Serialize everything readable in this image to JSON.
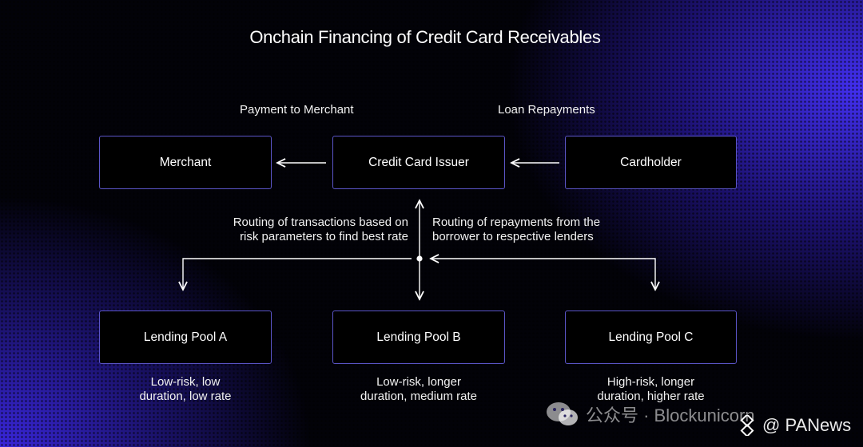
{
  "title": "Onchain Financing of Credit Card Receivables",
  "labels": {
    "payment_to_merchant": "Payment to Merchant",
    "loan_repayments": "Loan Repayments",
    "routing_left_line1": "Routing of transactions based on",
    "routing_left_line2": "risk parameters to find best rate",
    "routing_right_line1": "Routing of repayments from the",
    "routing_right_line2": "borrower to respective lenders"
  },
  "nodes": {
    "merchant": "Merchant",
    "issuer": "Credit Card Issuer",
    "cardholder": "Cardholder",
    "pool_a": "Lending Pool A",
    "pool_b": "Lending Pool B",
    "pool_c": "Lending Pool C"
  },
  "notes": {
    "pool_a": [
      "Low-risk, low",
      "duration, low rate"
    ],
    "pool_b": [
      "Low-risk, longer",
      "duration, medium rate"
    ],
    "pool_c": [
      "High-risk, longer",
      "duration, higher rate"
    ]
  },
  "watermark": {
    "wechat_text": "公众号 · Blockunicorn",
    "panews_text": "@ PANews",
    "wechat_icon": "wechat-icon",
    "panews_icon": "panews-logo-icon"
  },
  "colors": {
    "box_border": "#5b55c8",
    "accent_blue": "#4632ff",
    "text": "#ffffff"
  }
}
